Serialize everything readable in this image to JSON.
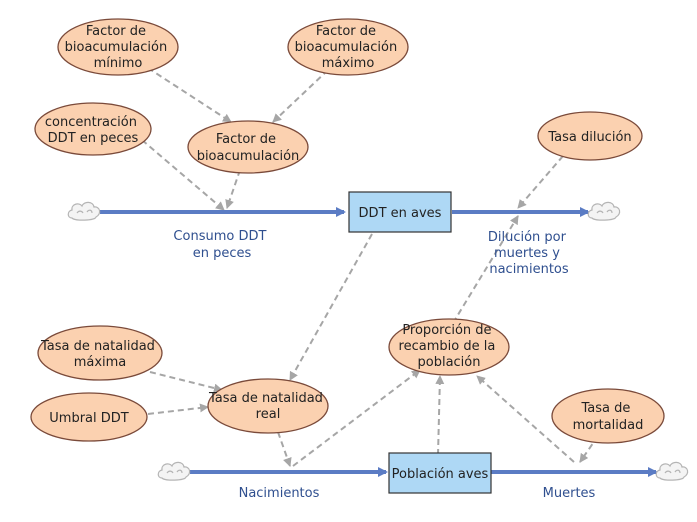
{
  "colors": {
    "aux_fill": "#fbd1b0",
    "aux_stroke": "#7a4a3a",
    "stock_fill": "#aed8f5",
    "stock_stroke": "#333333",
    "flow": "#5b7cc4",
    "link": "#a6a6a6",
    "flow_label": "#2f4f8f"
  },
  "stocks": {
    "ddt_aves": "DDT en aves",
    "poblacion_aves": "Población aves"
  },
  "flows": {
    "consumo": [
      "Consumo DDT",
      "en peces"
    ],
    "dilucion": [
      "Dilución por",
      "muertes y",
      "nacimientos"
    ],
    "nacimientos": [
      "Nacimientos"
    ],
    "muertes": [
      "Muertes"
    ]
  },
  "variables": {
    "factor_min": [
      "Factor de",
      "bioacumulación",
      "mínimo"
    ],
    "factor_max": [
      "Factor de",
      "bioacumulación",
      "máximo"
    ],
    "concentracion": [
      "concentración",
      "DDT en peces"
    ],
    "factor_bio": [
      "Factor de",
      "bioacumulación"
    ],
    "tasa_dilucion": [
      "Tasa dilución"
    ],
    "tasa_nat_max": [
      "Tasa de natalidad",
      "máxima"
    ],
    "umbral": [
      "Umbral DDT"
    ],
    "tasa_nat_real": [
      "Tasa de natalidad",
      "real"
    ],
    "proporcion": [
      "Proporción de",
      "recambio de la",
      "población"
    ],
    "tasa_mort": [
      "Tasa de",
      "mortalidad"
    ]
  },
  "icons": [
    "cloud-icon"
  ]
}
